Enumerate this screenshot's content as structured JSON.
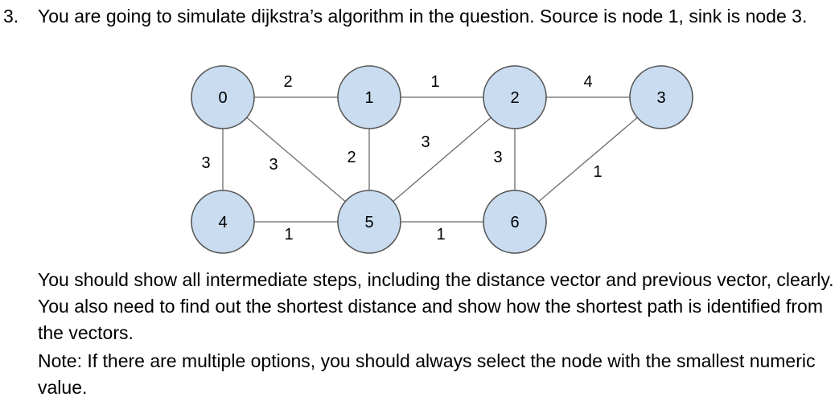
{
  "question": {
    "number": "3.",
    "prompt": "You are going to simulate dijkstra’s algorithm in the question. Source is node 1, sink is node 3.",
    "instructions": "You should show all intermediate steps, including the distance vector and previous vector, clearly. You also need to find out the shortest distance and show how the shortest path is identified from the vectors.",
    "note": "Note: If there are multiple options, you should always select the node with the smallest numeric value."
  },
  "graph": {
    "nodes": [
      {
        "id": "0",
        "label": "0"
      },
      {
        "id": "1",
        "label": "1"
      },
      {
        "id": "2",
        "label": "2"
      },
      {
        "id": "3",
        "label": "3"
      },
      {
        "id": "4",
        "label": "4"
      },
      {
        "id": "5",
        "label": "5"
      },
      {
        "id": "6",
        "label": "6"
      }
    ],
    "edges": [
      {
        "from": "0",
        "to": "1",
        "weight": "2"
      },
      {
        "from": "1",
        "to": "2",
        "weight": "1"
      },
      {
        "from": "2",
        "to": "3",
        "weight": "4"
      },
      {
        "from": "0",
        "to": "4",
        "weight": "3"
      },
      {
        "from": "0",
        "to": "5",
        "weight": "3"
      },
      {
        "from": "1",
        "to": "5",
        "weight": "2"
      },
      {
        "from": "2",
        "to": "5",
        "weight": "3"
      },
      {
        "from": "2",
        "to": "6",
        "weight": "3"
      },
      {
        "from": "3",
        "to": "6",
        "weight": "1"
      },
      {
        "from": "4",
        "to": "5",
        "weight": "1"
      },
      {
        "from": "5",
        "to": "6",
        "weight": "1"
      }
    ]
  }
}
